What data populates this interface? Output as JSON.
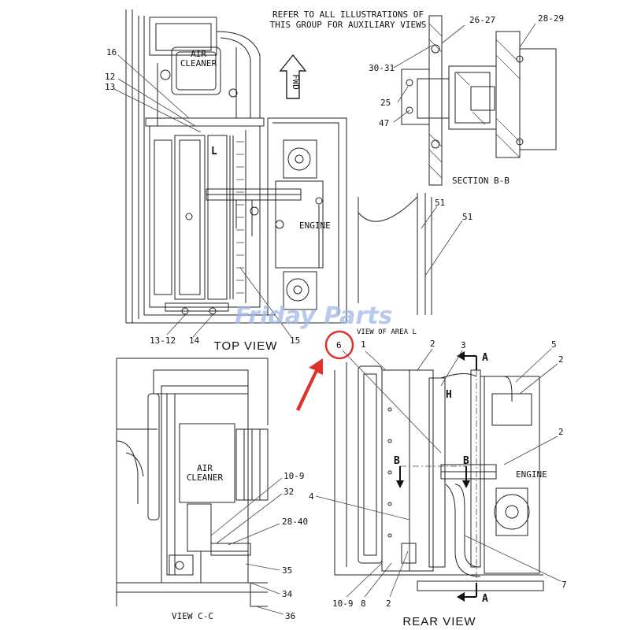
{
  "header": {
    "note_line1": "REFER TO ALL ILLUSTRATIONS OF",
    "note_line2": "THIS GROUP FOR AUXILIARY VIEWS",
    "fwd_label": "FWD"
  },
  "watermark": "Friday Parts",
  "views": {
    "top": "TOP VIEW",
    "area_l": "VIEW OF AREA L",
    "section_bb": "SECTION B-B",
    "view_cc": "VIEW C-C",
    "rear": "REAR VIEW"
  },
  "components": {
    "air_cleaner_top_1": "AIR",
    "air_cleaner_top_2": "CLEANER",
    "air_cleaner_side_1": "AIR",
    "air_cleaner_side_2": "CLEANER",
    "engine_top": "ENGINE",
    "engine_rear": "ENGINE",
    "letter_l": "L",
    "letter_h": "H",
    "letter_a_top": "A",
    "letter_a_bottom": "A",
    "letter_b_left": "B",
    "letter_b_right": "B"
  },
  "callouts": {
    "c16": "16",
    "c12": "12",
    "c13": "13",
    "c13_12": "13-12",
    "c14": "14",
    "c15": "15",
    "c26_27": "26-27",
    "c28_29": "28-29",
    "c30_31": "30-31",
    "c25": "25",
    "c47": "47",
    "c51a": "51",
    "c51b": "51",
    "c6": "6",
    "c1": "1",
    "c2a": "2",
    "c3": "3",
    "c5": "5",
    "c2b": "2",
    "c2c": "2",
    "c4": "4",
    "c7": "7",
    "c10_9b": "10-9",
    "c8": "8",
    "c2d": "2",
    "c10_9a": "10-9",
    "c32": "32",
    "c28_40": "28-40",
    "c35": "35",
    "c34": "34",
    "c36": "36"
  },
  "colors": {
    "highlight": "#e0302a",
    "watermark": "#9fb8e8",
    "line": "#222222"
  }
}
